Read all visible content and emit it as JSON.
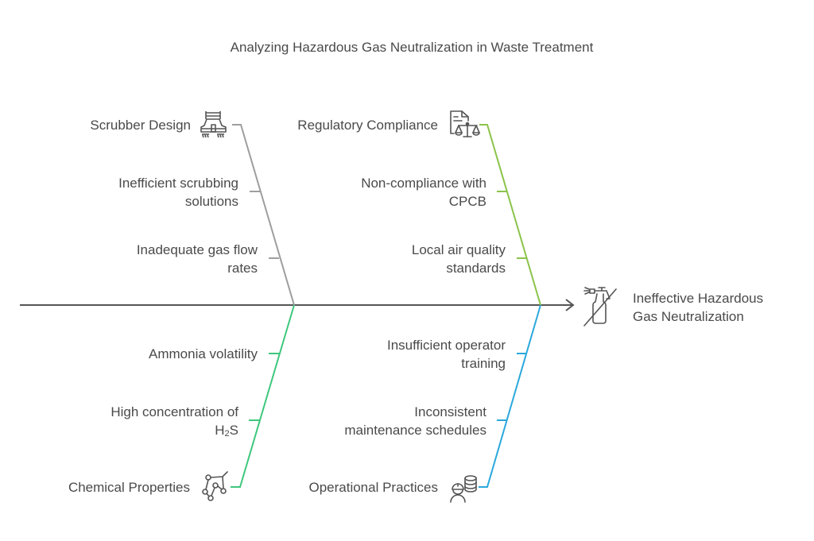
{
  "title": "Analyzing Hazardous Gas Neutralization in Waste Treatment",
  "effect": {
    "line1": "Ineffective Hazardous",
    "line2": "Gas Neutralization",
    "icon": "no-spray-bottle-icon"
  },
  "colors": {
    "text": "#4a4a4a",
    "spine": "#555555",
    "scrubber": "#9e9e9e",
    "regulatory": "#8bc34a",
    "chemical": "#3ec77d",
    "operational": "#2aa8dc"
  },
  "categories": [
    {
      "id": "scrubber",
      "label": "Scrubber Design",
      "icon": "scrubber-machine-icon",
      "causes": [
        {
          "line1": "Inefficient scrubbing",
          "line2": "solutions"
        },
        {
          "line1": "Inadequate gas flow",
          "line2": "rates"
        }
      ]
    },
    {
      "id": "regulatory",
      "label": "Regulatory Compliance",
      "icon": "document-scales-icon",
      "causes": [
        {
          "line1": "Non-compliance with",
          "line2": "CPCB"
        },
        {
          "line1": "Local air quality",
          "line2": "standards"
        }
      ]
    },
    {
      "id": "chemical",
      "label": "Chemical Properties",
      "icon": "molecule-icon",
      "causes": [
        {
          "line1": "Ammonia volatility",
          "line2": ""
        },
        {
          "line1": "High concentration of",
          "line2_pre": "H",
          "line2_sub": "2",
          "line2_post": "S"
        }
      ]
    },
    {
      "id": "operational",
      "label": "Operational Practices",
      "icon": "worker-database-icon",
      "causes": [
        {
          "line1": "Insufficient operator",
          "line2": "training"
        },
        {
          "line1": "Inconsistent",
          "line2": "maintenance schedules"
        }
      ]
    }
  ]
}
